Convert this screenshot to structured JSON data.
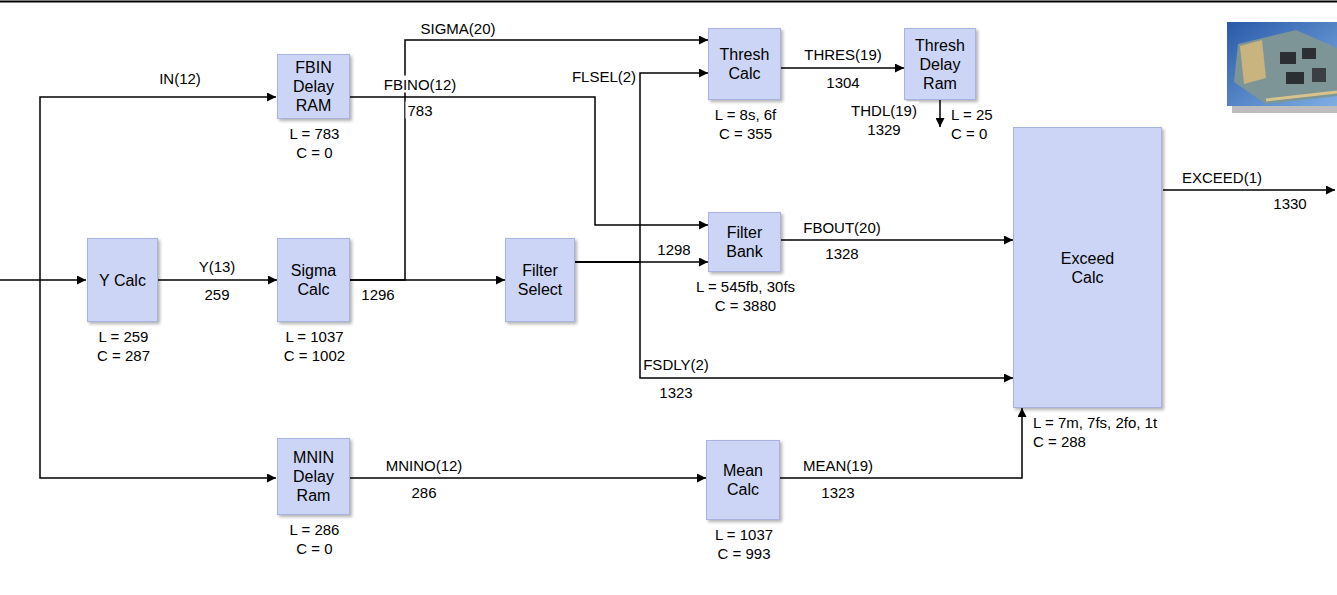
{
  "diagram": {
    "nodes": [
      {
        "text": [
          "FBIN Delay RAM",
          "L = 783",
          "C = 0"
        ]
      },
      {
        "text": [
          "Thresh Calc",
          "L = 8s, 6f",
          "C = 355"
        ]
      },
      {
        "text": [
          "Thresh Delay Ram",
          "L = 25",
          "C = 0"
        ]
      },
      {
        "text": [
          "Y Calc",
          "L = 259",
          "C = 287"
        ]
      },
      {
        "text": [
          "Sigma Calc",
          "L = 1037",
          "C = 1002"
        ]
      },
      {
        "text": [
          "Filter Select"
        ]
      },
      {
        "text": [
          "Filter Bank",
          "L = 545fb, 30fs",
          "C = 3880"
        ]
      },
      {
        "text": [
          "Exceed Calc",
          "L = 7m, 7fs, 2fo, 1t",
          "C = 288"
        ]
      },
      {
        "text": [
          "MNIN Delay Ram",
          "L = 286",
          "C = 0"
        ]
      },
      {
        "text": [
          "Mean Calc",
          "L = 1037",
          "C = 993"
        ]
      }
    ],
    "edges": [
      {
        "from": 3,
        "to": 4,
        "label": "Y(13)",
        "arrow": "to"
      },
      {
        "from": 0,
        "to": 6,
        "label": "FBINO(12)",
        "arrow": "to"
      },
      {
        "from": 4,
        "to": 1,
        "label": "SIGMA(20)",
        "arrow": "to"
      },
      {
        "from": 4,
        "to": 5,
        "label": "1296",
        "arrow": "to"
      },
      {
        "from": 5,
        "to": 1,
        "label": "FLSEL(2)",
        "arrow": "to"
      },
      {
        "from": 5,
        "to": 6,
        "label": "1298",
        "arrow": "to"
      },
      {
        "from": 5,
        "to": 7,
        "label": "FSDLY(2)",
        "arrow": "to"
      },
      {
        "from": 1,
        "to": 2,
        "label": "THRES(19)",
        "arrow": "to"
      },
      {
        "from": 2,
        "to": 7,
        "label": "THDL(19)",
        "arrow": "to"
      },
      {
        "from": 6,
        "to": 7,
        "label": "FBOUT(20)",
        "arrow": "to"
      },
      {
        "from": 8,
        "to": 9,
        "label": "MNINO(12)",
        "arrow": "to"
      },
      {
        "from": 9,
        "to": 7,
        "label": "MEAN(19)",
        "arrow": "to"
      }
    ],
    "labels": [
      "IN(12)",
      "783",
      "1304",
      "1329",
      "EXCEED(1)",
      "1330",
      "259",
      "1328",
      "1323",
      "286",
      "1323"
    ]
  }
}
